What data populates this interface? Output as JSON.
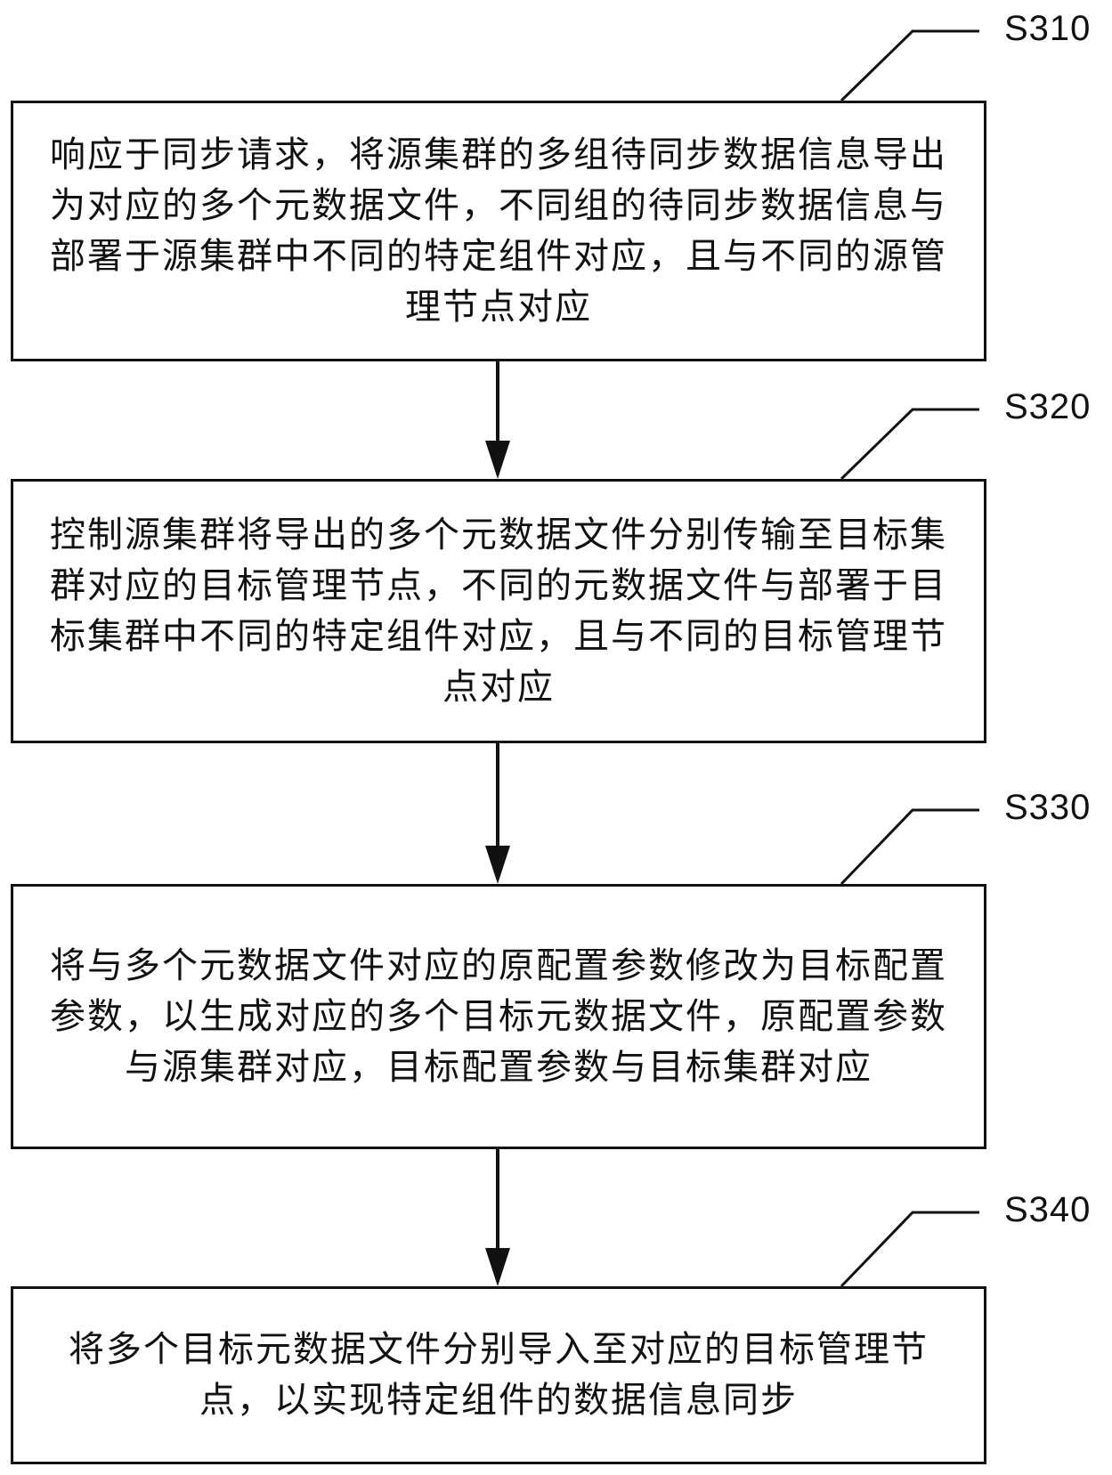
{
  "steps": [
    {
      "id": "S310",
      "text": "响应于同步请求，将源集群的多组待同步数据信息导出为对应的多个元数据文件，不同组的待同步数据信息与部署于源集群中不同的特定组件对应，且与不同的源管理节点对应"
    },
    {
      "id": "S320",
      "text": "控制源集群将导出的多个元数据文件分别传输至目标集群对应的目标管理节点，不同的元数据文件与部署于目标集群中不同的特定组件对应，且与不同的目标管理节点对应"
    },
    {
      "id": "S330",
      "text": "将与多个元数据文件对应的原配置参数修改为目标配置参数，以生成对应的多个目标元数据文件，原配置参数与源集群对应，目标配置参数与目标集群对应"
    },
    {
      "id": "S340",
      "text": "将多个目标元数据文件分别导入至对应的目标管理节点，以实现特定组件的数据信息同步"
    }
  ]
}
